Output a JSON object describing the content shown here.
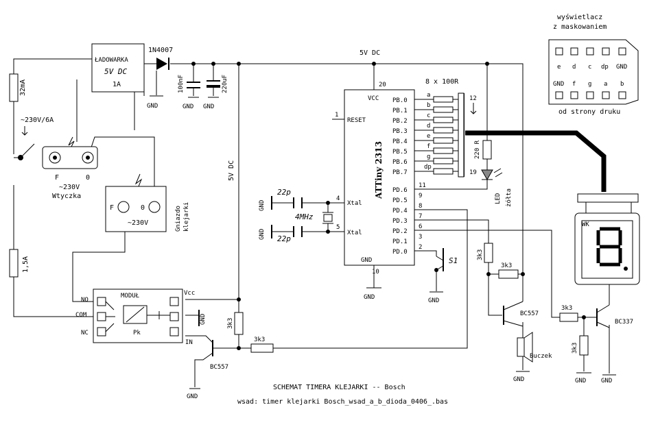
{
  "charger": {
    "line1": "ŁADOWARKA",
    "line2": "5V  DC",
    "line3": "1A"
  },
  "diode": {
    "label": "1N4007"
  },
  "rail": {
    "top": "5V DC",
    "vertical": "5V DC"
  },
  "caps": {
    "c100": "100nF",
    "c220": "220uF"
  },
  "fuses": {
    "top": "32mA",
    "bottom": "1,5A"
  },
  "mains": {
    "switch": "~230V/6A",
    "plug_f": "F",
    "plug_0": "0",
    "plug_v": "~230V",
    "plug_name": "Wtyczka"
  },
  "socket": {
    "f": "F",
    "zero": "0",
    "v": "~230V",
    "name1": "Gniazdo",
    "name2": "klejarki"
  },
  "mcu": {
    "name": "ATTiny 2313",
    "vcc": "VCC",
    "reset": "RESET",
    "gnd": "GND",
    "xtal": "Xtal",
    "pin_vcc": "20",
    "pin_reset": "1",
    "pin_gnd": "10",
    "pin_x1": "4",
    "pin_x2": "5"
  },
  "pins_b": [
    "PB.0",
    "PB.1",
    "PB.2",
    "PB.3",
    "PB.4",
    "PB.5",
    "PB.6",
    "PB.7"
  ],
  "pins_d": [
    {
      "name": "PD.6",
      "num": "11"
    },
    {
      "name": "PD.5",
      "num": "9"
    },
    {
      "name": "PD.4",
      "num": "8"
    },
    {
      "name": "PD.3",
      "num": "7"
    },
    {
      "name": "PD.2",
      "num": "6"
    },
    {
      "name": "PD.1",
      "num": "3"
    },
    {
      "name": "PD.0",
      "num": "2"
    }
  ],
  "segments": [
    "a",
    "b",
    "c",
    "d",
    "e",
    "f",
    "g",
    "dp"
  ],
  "resistor_array": {
    "label": "8 x 100R",
    "pin12": "12",
    "pin19": "19"
  },
  "crystal": {
    "c1": "22p",
    "c2": "22p",
    "x": "4MHz"
  },
  "led": {
    "r": "220 R",
    "name": "LED",
    "color": "żółta"
  },
  "button": {
    "label": "S1"
  },
  "gnd": "GND",
  "module": {
    "title": "MODUŁ",
    "pk": "Pk",
    "vcc": "Vcc",
    "in": "IN",
    "no": "NO",
    "com": "COM",
    "nc": "NC"
  },
  "q1": {
    "name": "BC557",
    "rb": "3k3",
    "rpull": "3k3"
  },
  "q2": {
    "name": "BC557",
    "rb": "3k3",
    "rpull": "3k3",
    "buzzer": "Buczek"
  },
  "q3": {
    "name": "BC337",
    "rb": "3k3",
    "rpull": "3k3"
  },
  "display": {
    "wk": "WK",
    "title1": "wyświetlacz",
    "title2": "z maskowaniem",
    "row1": [
      "e",
      "d",
      "c",
      "dp",
      "GND"
    ],
    "row2": [
      "GND",
      "f",
      "g",
      "a",
      "b"
    ],
    "footer": "od strony druku"
  },
  "caption": {
    "title": "SCHEMAT TIMERA KLEJARKI  -- Bosch",
    "sub": "wsad: timer klejarki Bosch_wsad_a_b_dioda_0406_.bas"
  }
}
